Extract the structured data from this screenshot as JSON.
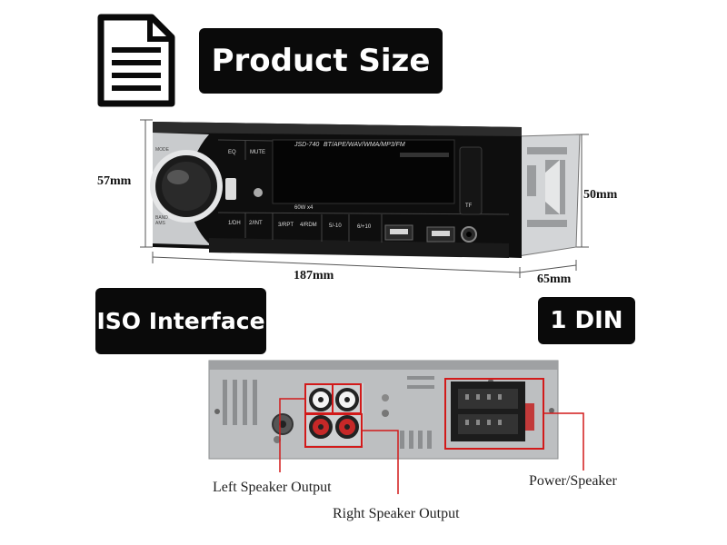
{
  "titles": {
    "product_size": "Product Size",
    "iso_interface": "ISO Interface",
    "din": "1 DIN"
  },
  "dimensions": {
    "height_front": "57mm",
    "height_back": "50mm",
    "width": "187mm",
    "depth": "65mm"
  },
  "radio_face": {
    "model": "JSD-740",
    "formats": "BT/APE/WAV/WMA/MP3/FM",
    "power": "60W x4",
    "eq": "EQ",
    "mute": "MUTE",
    "mode": "MODE",
    "band": "BAND AMS",
    "tf": "TF",
    "buttons": [
      "1/DH",
      "2/INT",
      "3/RPT",
      "4/RDM",
      "5/-10",
      "6/+10"
    ]
  },
  "annotations": {
    "left_speaker": "Left Speaker Output",
    "right_speaker": "Right Speaker Output",
    "power_speaker": "Power/Speaker"
  },
  "icons": {
    "document": "document-icon"
  },
  "colors": {
    "badge": "#0a0a0a",
    "highlight": "#d21a1a",
    "chassis": "#b9bbbd"
  }
}
